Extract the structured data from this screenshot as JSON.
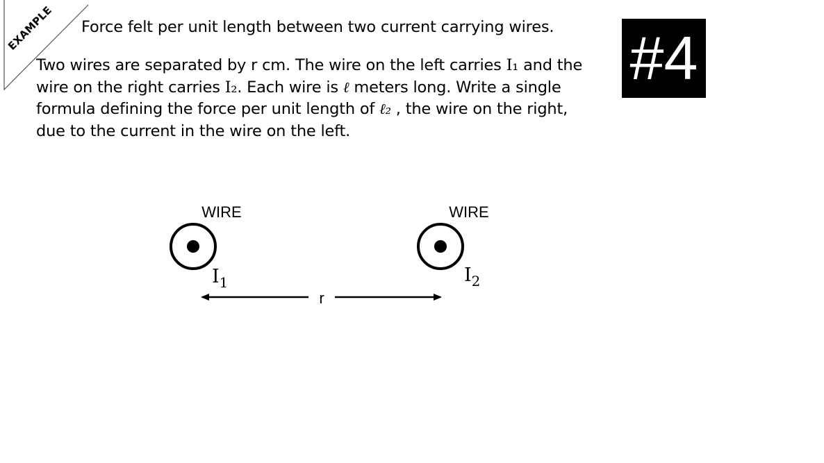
{
  "banner": {
    "text": "EXAMPLE"
  },
  "title": "Force felt per unit length between two current carrying wires.",
  "badge": "#4",
  "problem": {
    "l1a": "Two wires are separated by r cm. The wire on the left carries ",
    "i1_symbol": "I₁",
    "l1b": " and the",
    "l2a": "wire on the right carries ",
    "i2_symbol": "I₂",
    "l2b": ". Each wire is ",
    "ell_symbol": "ℓ",
    "l2c": " meters long.  Write a single",
    "l3a": "formula defining the force per unit length of ",
    "ell2_symbol": "ℓ₂",
    "l3b": " , the wire on the right,",
    "l4": "due to the current in the wire on the left."
  },
  "diagram": {
    "left_wire_label": "WIRE",
    "right_wire_label": "WIRE",
    "current_left": "I",
    "current_left_sub": "1",
    "current_right": "I",
    "current_right_sub": "2",
    "separation_label": "r",
    "current_direction": "out of page"
  }
}
